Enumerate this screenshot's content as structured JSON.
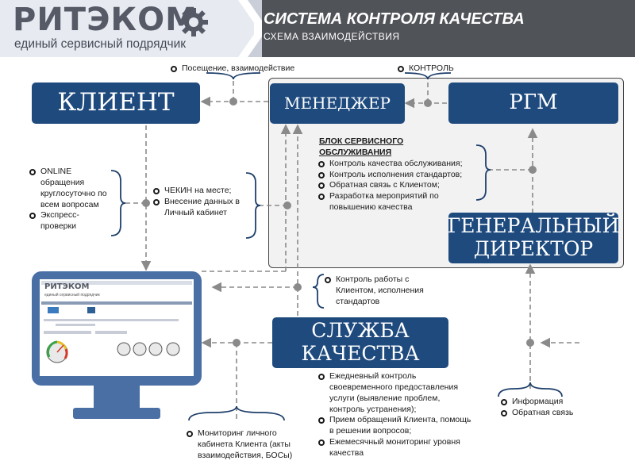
{
  "header": {
    "logo_text": "РИТЭКОМ",
    "logo_subtitle": "единый сервисный подрядчик",
    "title": "СИСТЕМА КОНТРОЛЯ КАЧЕСТВА",
    "subtitle": "СХЕМА ВЗАИМОДЕЙСТВИЯ"
  },
  "nodes": {
    "client": "КЛИЕНТ",
    "manager": "МЕНЕДЖЕР",
    "rgm": "РГМ",
    "general_director": "ГЕНЕРАЛЬНЫЙ ДИРЕКТОР",
    "quality_service": "СЛУЖБА КАЧЕСТВА"
  },
  "annotations": {
    "visit": "Посещение, взаимодействие",
    "control": "КОНТРОЛЬ",
    "service_block": {
      "title": "БЛОК СЕРВИСНОГО ОБСЛУЖИВАНИЯ",
      "items": [
        "Контроль качества обслуживания;",
        "Контроль исполнения стандартов;",
        "Обратная связь с Клиентом;",
        "Разработка мероприятий по повышению качества"
      ]
    },
    "online": [
      "ONLINE обращения круглосуточно по всем вопросам",
      "Экспресс-проверки"
    ],
    "checkin": [
      "ЧЕКИН на месте;",
      "Внесение данных в Личный кабинет"
    ],
    "work_control": "Контроль работы с Клиентом, исполнения стандартов",
    "daily": [
      "Ежедневный контроль своевременного предоставления услуги (выявление проблем, контроль устранения);",
      "Прием обращений Клиента, помощь в решении вопросов;",
      "Ежемесячный мониторинг уровня качества"
    ],
    "info": [
      "Информация",
      "Обратная связь"
    ],
    "monitoring": "Мониторинг личного кабинета Клиента (акты взаимодействия, БОСы)"
  },
  "screen": {
    "logo": "РИТЭКОМ",
    "tagline": "единый сервисный подрядчик"
  },
  "colors": {
    "box_fill": "#1e4a7e",
    "monitor": "#4a6fa5",
    "line": "#7f7f7f",
    "header_dark": "#505358"
  }
}
